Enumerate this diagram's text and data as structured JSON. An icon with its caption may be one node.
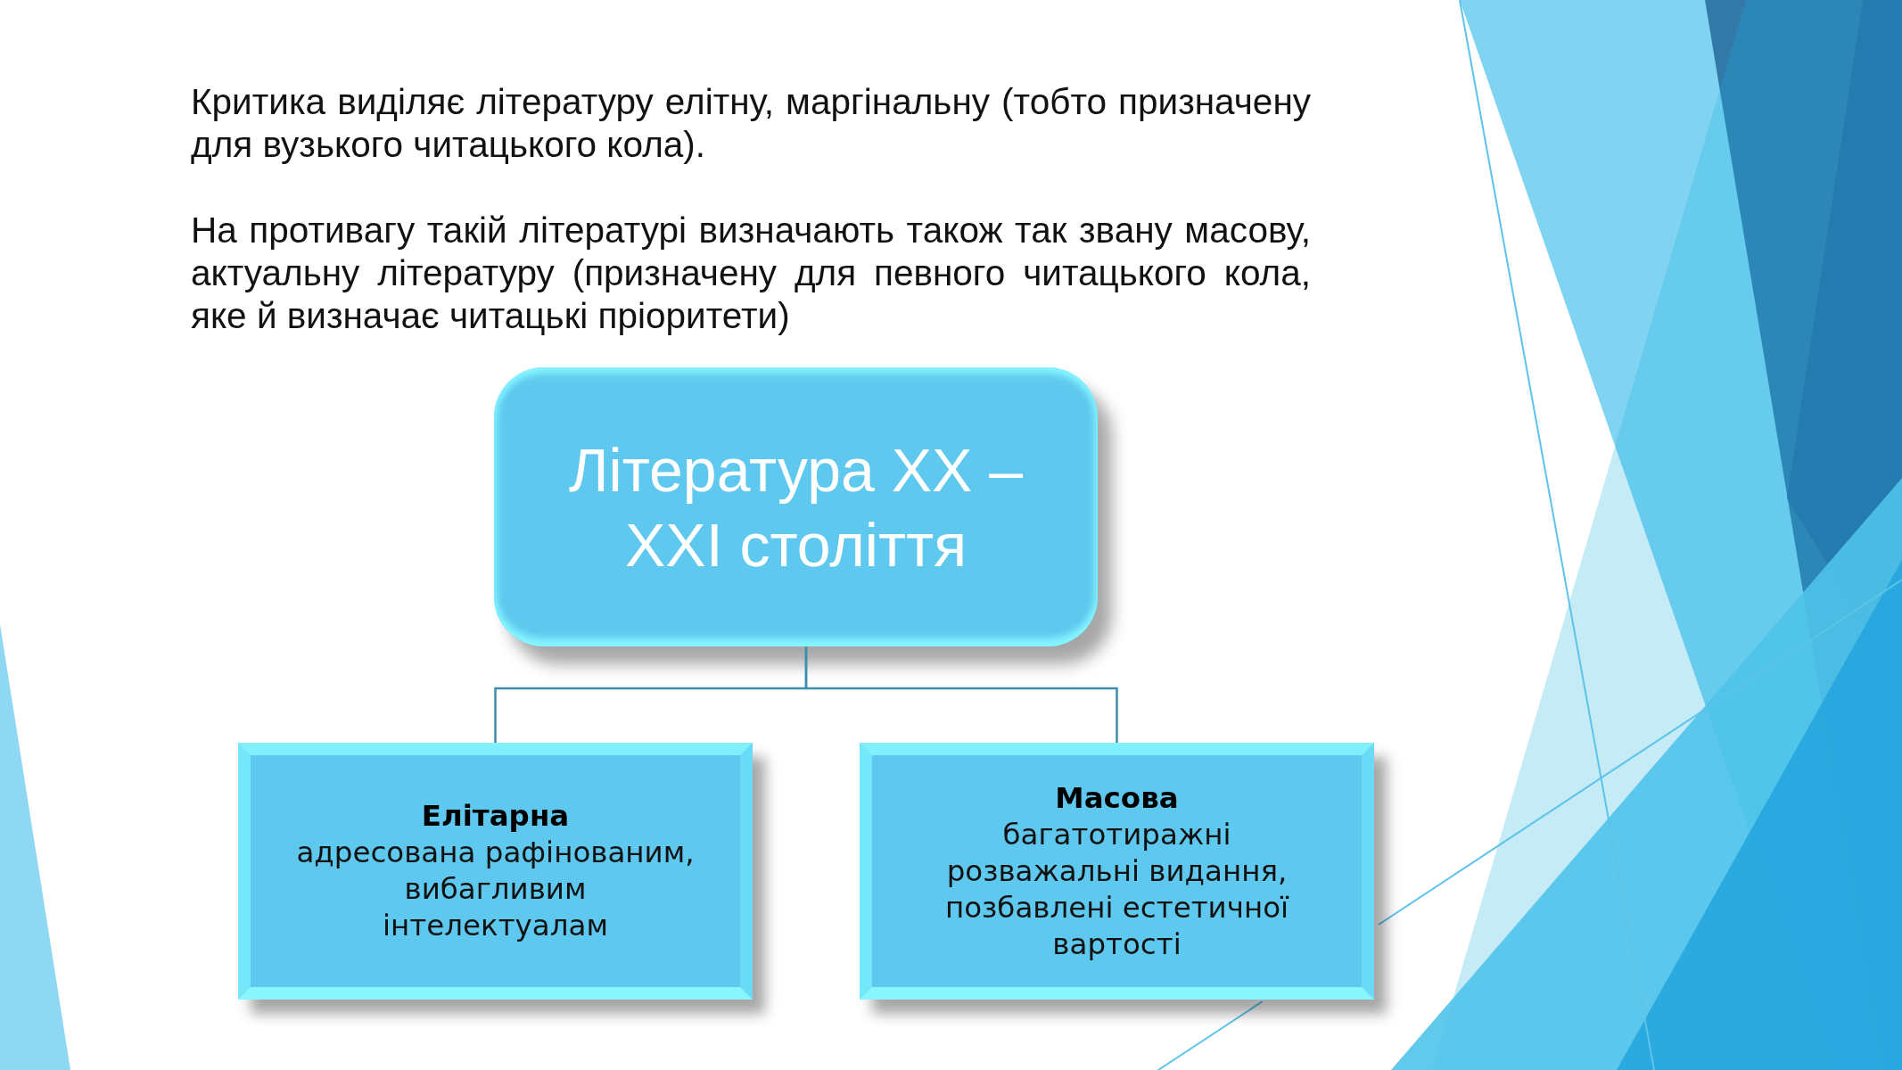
{
  "diagram": {
    "nodes": [
      {
        "text": [
          "Література XX – XXI століття"
        ]
      },
      {
        "text": [
          "Елітарна",
          "адресована рафінованим, вибагливим інтелектуалам"
        ]
      },
      {
        "text": [
          "Масова",
          "багатотиражні розважальні видання, позбавлені естетичної вартості"
        ]
      }
    ],
    "edges": [
      {
        "from": 0,
        "to": 1,
        "arrow": "none"
      },
      {
        "from": 0,
        "to": 2,
        "arrow": "none"
      }
    ],
    "labels": [
      "Критика виділяє літературу елітну, маргінальну (тобто призначену для вузького читацького кола).",
      "На противагу такій літературі визначають також так звану масову, актуальну літературу (призначену для певного читацького кола, яке й визначає читацькі пріоритети)"
    ]
  }
}
